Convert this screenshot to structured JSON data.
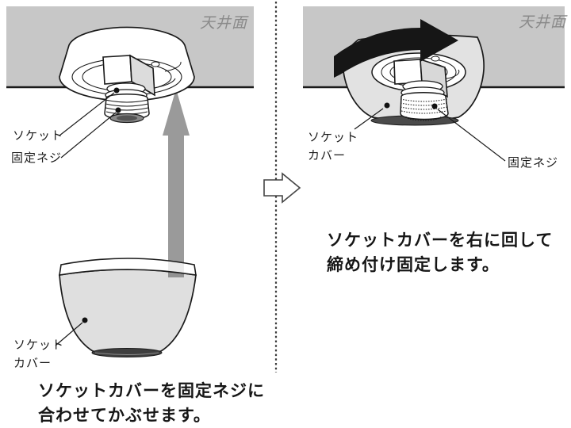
{
  "left_panel": {
    "ceiling_label": "天井面",
    "socket_label": "ソケット",
    "screw_label": "固定ネジ",
    "cover_label": "ソケット\nカバー",
    "caption_line1": "ソケットカバーを固定ネジに",
    "caption_line2": "合わせてかぶせます。"
  },
  "right_panel": {
    "ceiling_label": "天井面",
    "cover_label": "ソケット\nカバー",
    "screw_label": "固定ネジ",
    "caption_line1": "ソケットカバーを右に回して",
    "caption_line2": "締め付け固定します。"
  },
  "icons": {
    "up_arrow": "solid gray upward arrow",
    "rotate_right_arrow": "solid black curved clockwise arrow",
    "next_step_arrow": "hollow right block arrow"
  },
  "colors": {
    "ceiling_fill": "#c7c7c7",
    "ceiling_text": "#8a8a8a",
    "cover_fill": "#e2e2e2",
    "gray_arrow": "#9a9a9a",
    "black_arrow": "#161616",
    "outline": "#1a1a1a",
    "caption_text": "#161616"
  }
}
